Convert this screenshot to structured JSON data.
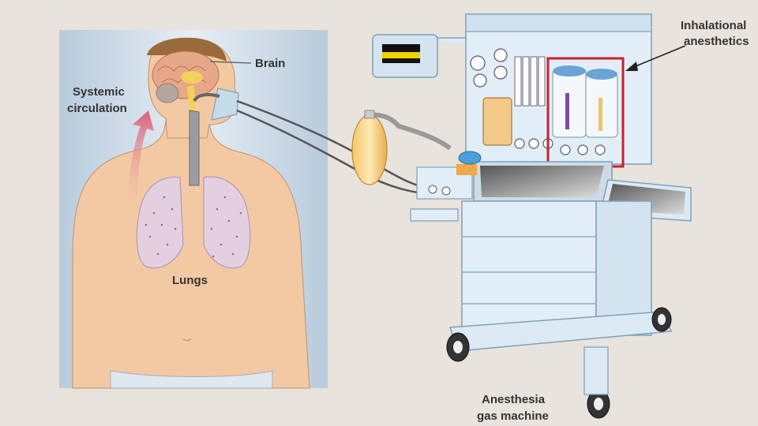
{
  "labels": {
    "brain": "Brain",
    "systemic_line1": "Systemic",
    "systemic_line2": "circulation",
    "lungs": "Lungs",
    "inhal_line1": "Inhalational",
    "inhal_line2": "anesthetics",
    "machine_line1": "Anesthesia",
    "machine_line2": "gas machine"
  },
  "colors": {
    "background": "#e8e3dc",
    "panel": "#c9d8e6",
    "skin": "#f3c9a4",
    "highlight_box": "#c8202f",
    "arrow": "#d9607d",
    "machine": "#dbeaf5"
  }
}
